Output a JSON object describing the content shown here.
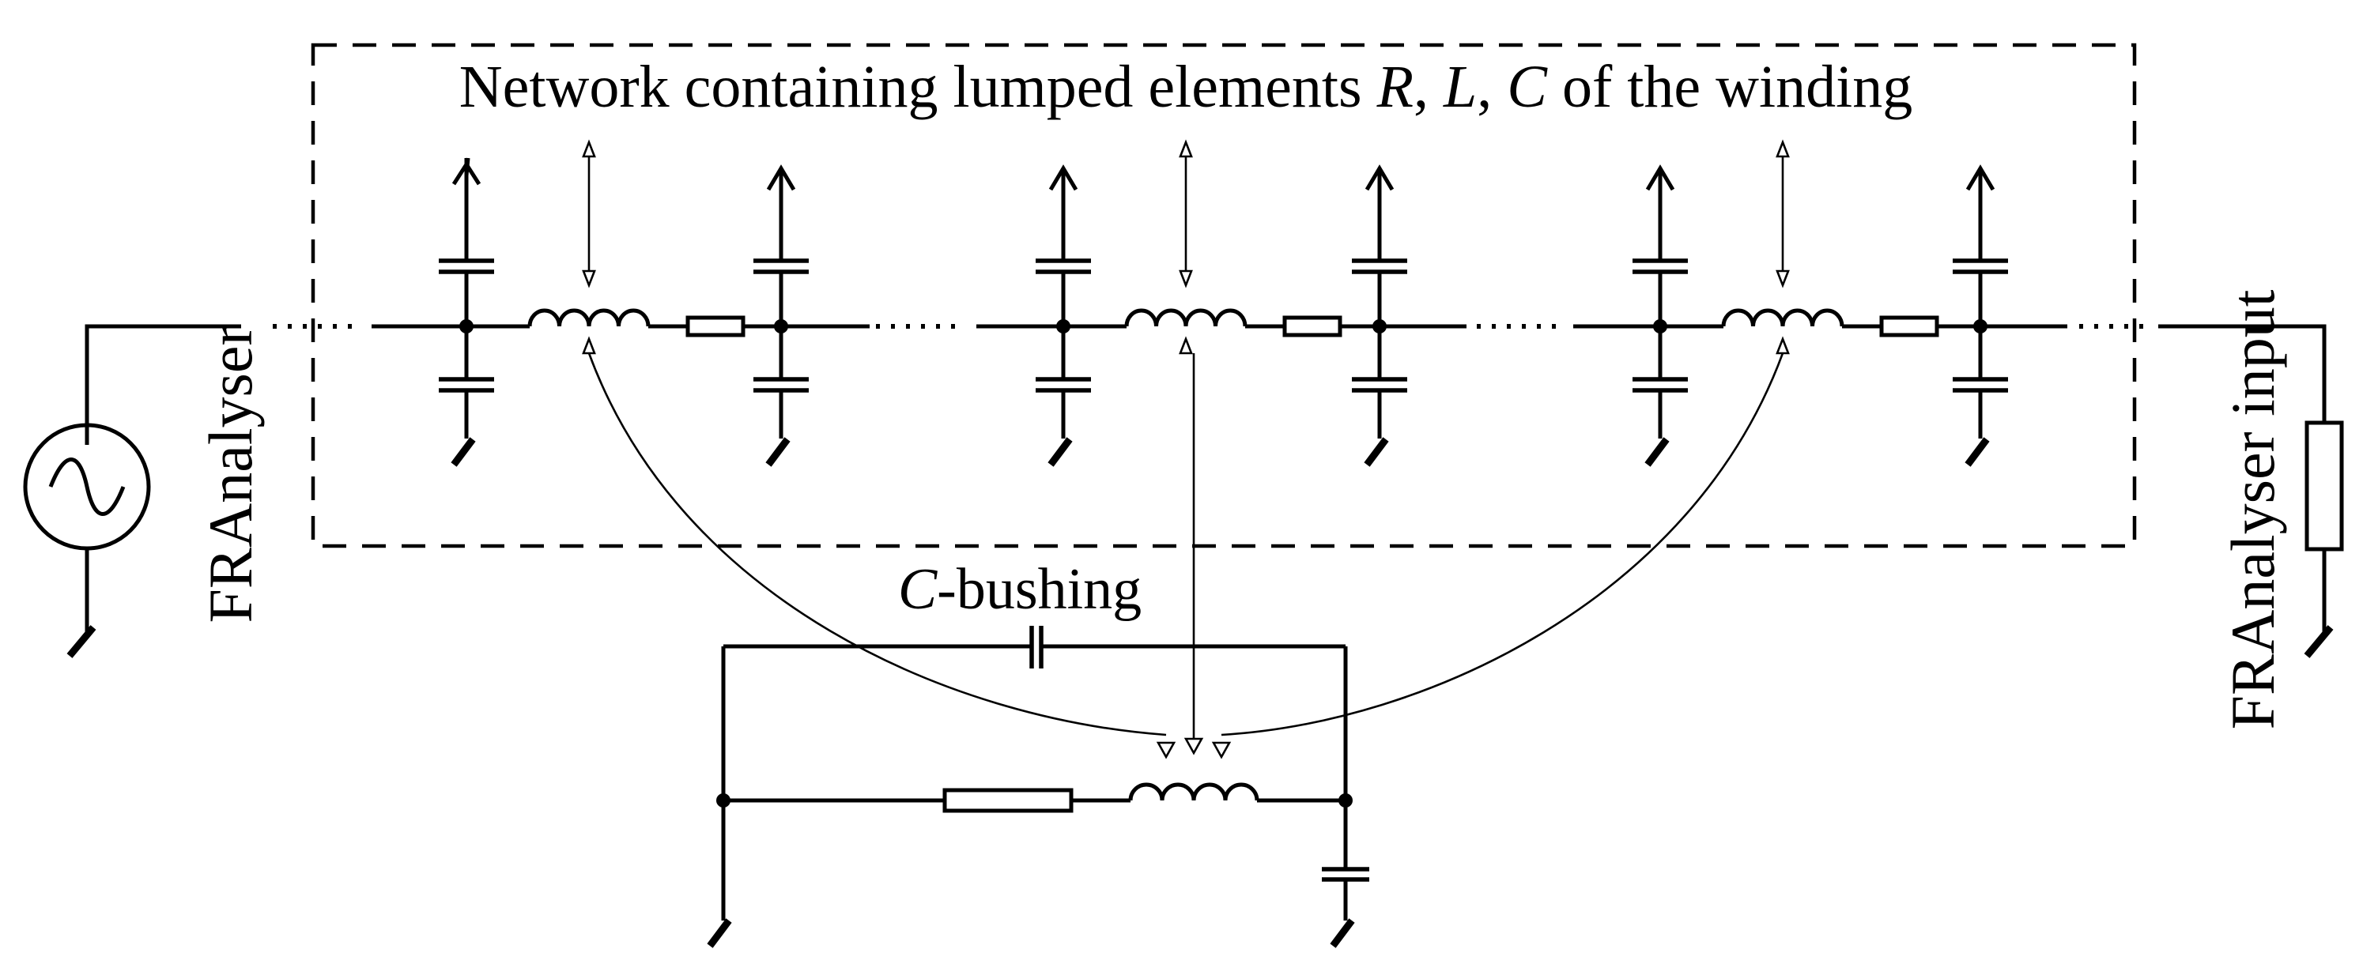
{
  "labels": {
    "network_prefix": "Network containing lumped elements ",
    "r": "R",
    "sep1": ", ",
    "l": "L",
    "sep2": ", ",
    "c": "C",
    "network_suffix": " of the winding",
    "generator": "FRAnalyser",
    "input": "FRAnalyser input",
    "bushing_c": "C",
    "bushing_suffix": "-bushing"
  },
  "icons": {
    "source": "ac-source-icon",
    "ground": "ground-icon",
    "inductor": "inductor-icon",
    "capacitor": "capacitor-icon",
    "resistor": "resistor-icon"
  }
}
